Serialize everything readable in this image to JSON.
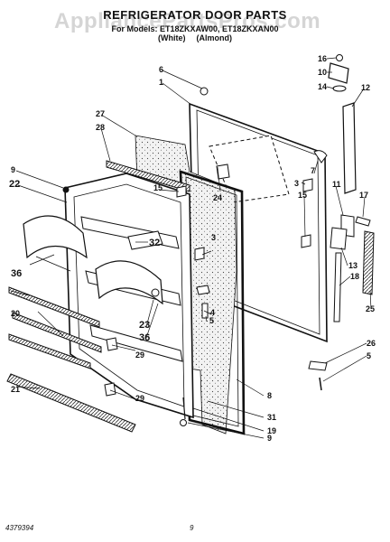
{
  "header": {
    "title": "REFRIGERATOR DOOR PARTS",
    "model_line": "For Models: ET18ZKXAW00, ET18ZKXAN00",
    "color_a": "(White)",
    "color_b": "(Almond)"
  },
  "watermark": "AppliancePartsPros.com",
  "footer": {
    "doc_number": "4379394",
    "page_number": "9"
  },
  "callouts": {
    "c1": "1",
    "c3a": "3",
    "c3b": "3",
    "c4": "4",
    "c5a": "5",
    "c5b": "5",
    "c6": "6",
    "c7": "7",
    "c8": "8",
    "c9a": "9",
    "c9b": "9",
    "c10": "10",
    "c11": "11",
    "c12": "12",
    "c13": "13",
    "c14": "14",
    "c15a": "15",
    "c15b": "15",
    "c16": "16",
    "c17": "17",
    "c18": "18",
    "c19": "19",
    "c20": "20",
    "c21": "21",
    "c22": "22",
    "c23": "23",
    "c24": "24",
    "c25": "25",
    "c26": "26",
    "c27": "27",
    "c28": "28",
    "c29a": "29",
    "c29b": "29",
    "c31": "31",
    "c32": "32",
    "c36a": "36",
    "c36b": "36"
  }
}
